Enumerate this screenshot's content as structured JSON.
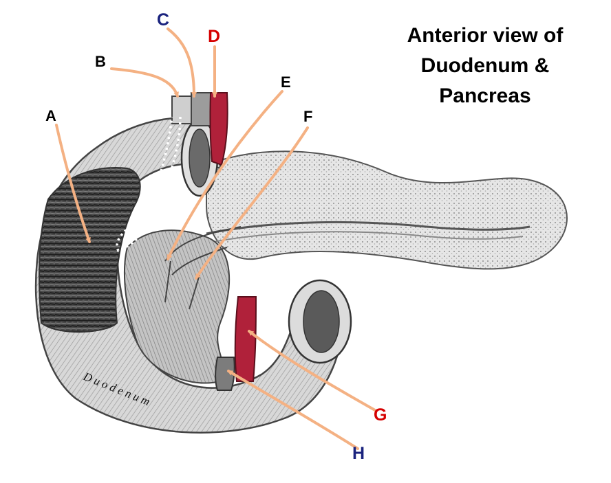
{
  "title_lines": [
    "Anterior view of",
    "Duodenum &",
    "Pancreas"
  ],
  "organ_text": "Duodenum",
  "labels": [
    {
      "id": "A",
      "text": "A",
      "color": "#000000"
    },
    {
      "id": "B",
      "text": "B",
      "color": "#000000"
    },
    {
      "id": "C",
      "text": "C",
      "color": "#1a237e"
    },
    {
      "id": "D",
      "text": "D",
      "color": "#d50000"
    },
    {
      "id": "E",
      "text": "E",
      "color": "#000000"
    },
    {
      "id": "F",
      "text": "F",
      "color": "#000000"
    },
    {
      "id": "G",
      "text": "G",
      "color": "#d50000"
    },
    {
      "id": "H",
      "text": "H",
      "color": "#1a237e"
    }
  ],
  "colors": {
    "arrow": "#f4b183",
    "artery": "#b0213a",
    "tissue": "#cfcfcf",
    "tissue_dark": "#6d6d6d",
    "dotted_outline": "#ffffff"
  }
}
